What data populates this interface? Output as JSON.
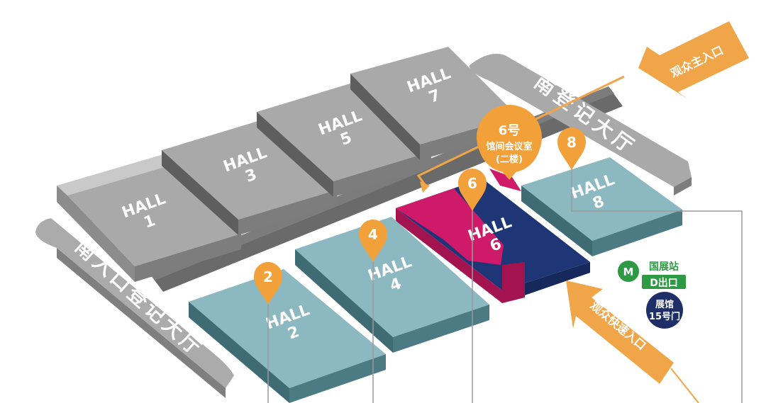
{
  "halls": {
    "hall1": {
      "line1": "HALL",
      "line2": "1"
    },
    "hall2": {
      "line1": "HALL",
      "line2": "2"
    },
    "hall3": {
      "line1": "HALL",
      "line2": "3"
    },
    "hall4": {
      "line1": "HALL",
      "line2": "4"
    },
    "hall5": {
      "line1": "HALL",
      "line2": "5"
    },
    "hall6": {
      "line1": "HALL",
      "line2": "6"
    },
    "hall7": {
      "line1": "HALL",
      "line2": "7"
    },
    "hall8": {
      "line1": "HALL",
      "line2": "8"
    }
  },
  "registration": {
    "south_entrance": "南入口登记大厅",
    "south_registration": "南登记大厅"
  },
  "pins": [
    "2",
    "4",
    "6",
    "8"
  ],
  "callout": {
    "number": "6号",
    "line1": "馆间会议室",
    "line2": "(二楼)"
  },
  "arrows": {
    "main_entrance": "观众主入口",
    "express_entrance": "观众快速入口"
  },
  "metro": {
    "station": "国展站",
    "exit": "D出口",
    "gate_line1": "展馆",
    "gate_line2": "15号门"
  },
  "colors": {
    "hall_inactive": "#a8a8a8",
    "hall_active": "#8cb8c1",
    "hall6_magenta": "#cf1a6a",
    "hall6_navy": "#1e3576",
    "pin": "#f2a03a",
    "arrow": "#f0a548",
    "metro_green": "#2e9a44",
    "gate_badge": "#1d2f66"
  }
}
